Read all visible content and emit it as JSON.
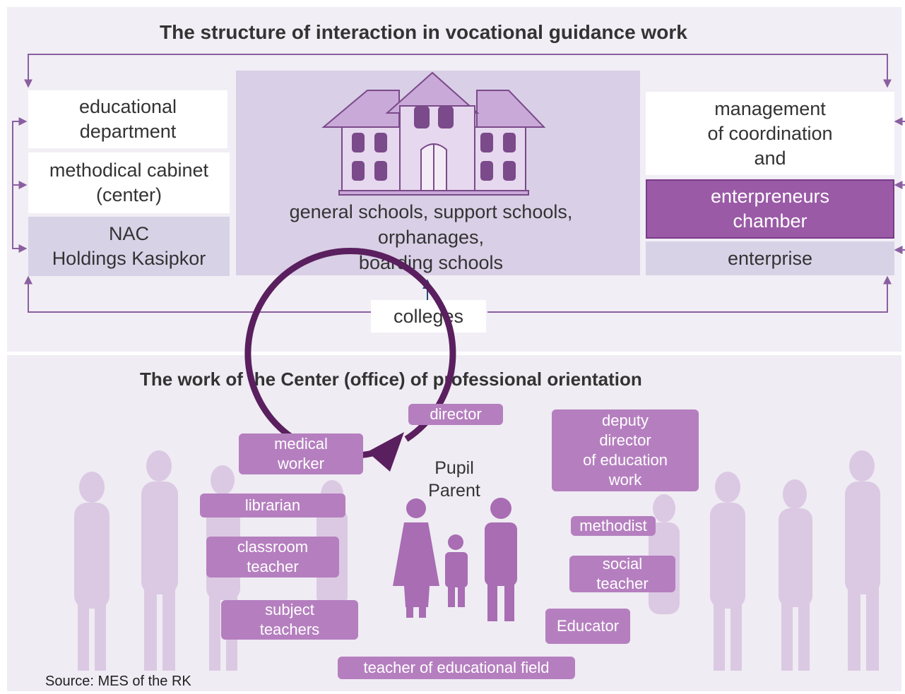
{
  "top": {
    "title": "The structure of interaction in vocational guidance work",
    "left_boxes": [
      "educational\ndepartment",
      "methodical cabinet\n(center)",
      "NAC\nHoldings Kasipkor"
    ],
    "center_text": "general schools, support schools,\norphanages,\nboarding schools",
    "right_boxes": [
      "management\nof coordination\nand",
      "enterpreneurs\nchamber",
      "enterprise"
    ],
    "bottom_box": "colleges"
  },
  "bottom": {
    "title": "The work of the Center (office) of professional orientation",
    "center_label": "Pupil\nParent",
    "roles": {
      "director": "director",
      "medical_worker": "medical\nworker",
      "librarian": "librarian",
      "classroom_teacher": "classroom\nteacher",
      "subject_teachers": "subject\nteachers",
      "deputy_director": "deputy\ndirector\nof education\nwork",
      "methodist": "methodist",
      "social_teacher": "social\nteacher",
      "educator": "Educator",
      "teacher_field": "teacher of educational field"
    }
  },
  "source": "Source: MES of the RK",
  "colors": {
    "purple": "#9a5aa6",
    "lavender": "#d8d2e7",
    "arrow": "#8a5fa0",
    "circle": "#5a1f5e"
  }
}
